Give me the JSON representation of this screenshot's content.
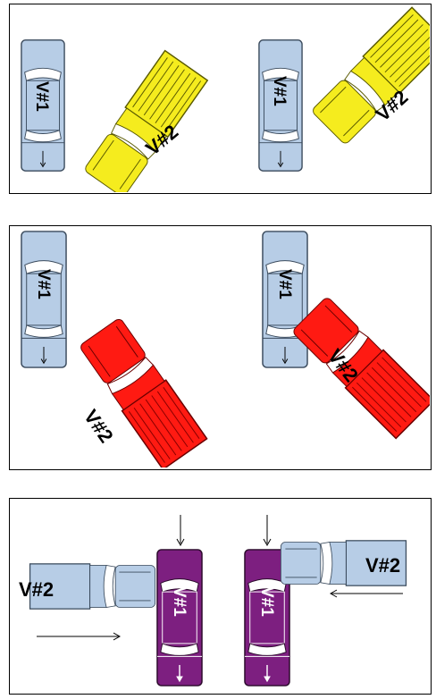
{
  "panels": [
    {
      "id": "panel-1",
      "vehicle1_label": "V#1",
      "vehicle2_label": "V#2",
      "vehicle2_color": "#f5ec1e",
      "vehicle1_color": "#b7cde6",
      "scenes": [
        "left-yellow-pickup-angled",
        "right-yellow-pickup-angled"
      ]
    },
    {
      "id": "panel-2",
      "vehicle1_label": "V#1",
      "vehicle2_label": "V#2",
      "vehicle2_color": "#ff1a12",
      "vehicle1_color": "#b7cde6",
      "scenes": [
        "left-red-pickup-angled",
        "right-red-pickup-angled"
      ]
    },
    {
      "id": "panel-3",
      "vehicle1_label": "V#1",
      "vehicle2_label": "V#2",
      "vehicle1_color": "#7d1f80",
      "vehicle2_color": "#b7cde6",
      "scenes": [
        "left-blue-pickup-horizontal",
        "right-blue-pickup-horizontal"
      ]
    }
  ]
}
